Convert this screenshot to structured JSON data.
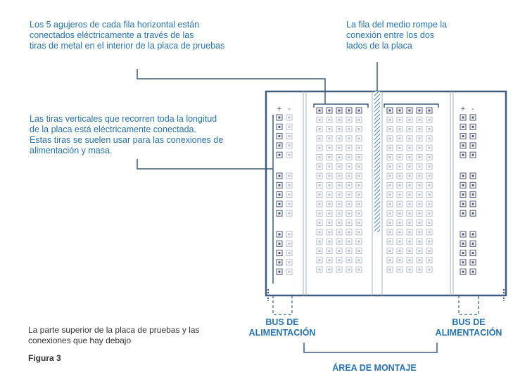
{
  "annotations": {
    "horizontal_rows": [
      "Los 5 agujeros de cada fila horizontal están",
      "conectados eléctricamente a través de las",
      "tiras de metal en el interior de la placa de pruebas"
    ],
    "middle_row": [
      "La fila del medio rompe la",
      "conexión entre los dos",
      "lados de la placa"
    ],
    "vertical_strips": [
      "Las tiras verticales que recorren toda la longitud",
      "de la placa está eléctricamente conectada.",
      "Estas tiras se suelen usar para las conexiones de",
      "alimentación y masa."
    ]
  },
  "caption": [
    "La parte superior de la placa de pruebas y las",
    "conexiones que hay debajo"
  ],
  "figure_label": "Figura 3",
  "labels": {
    "bus_left": [
      "BUS DE",
      "ALIMENTACIÓN"
    ],
    "bus_right": [
      "BUS DE",
      "ALIMENTACIÓN"
    ],
    "mounting_area": "ÁREA DE MONTAJE"
  },
  "rail_signs": {
    "plus": "+",
    "minus": "-"
  },
  "colors": {
    "accent": "#2a72a8",
    "board_line": "#3f5a7e",
    "hole_dark": "#4a5676",
    "hole_light": "#b6bfcf",
    "caption": "#333333"
  }
}
